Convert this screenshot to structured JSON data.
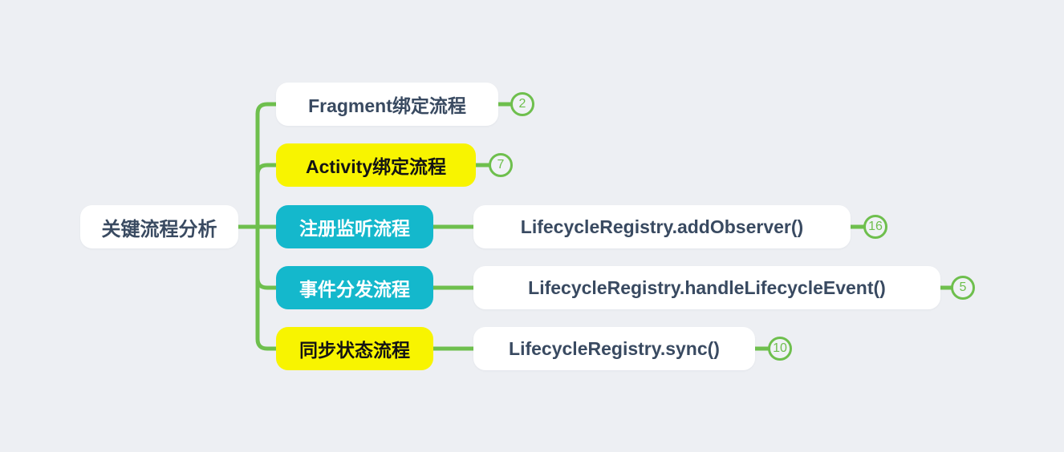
{
  "canvas": {
    "background": "#edeff3",
    "line_color": "#6ebf4d"
  },
  "colors": {
    "accent_green": "#6ebf4d",
    "node_cyan": "#14b8cc",
    "node_yellow": "#f8f400",
    "node_white": "#ffffff",
    "text_dark": "#394a61",
    "text_on_cyan": "#ffffff",
    "text_on_yellow": "#141414"
  },
  "root": {
    "label": "关键流程分析"
  },
  "branches": [
    {
      "label": "Fragment绑定流程",
      "style": "white",
      "badge": "2",
      "children": []
    },
    {
      "label": "Activity绑定流程",
      "style": "yellow",
      "badge": "7",
      "children": []
    },
    {
      "label": "注册监听流程",
      "style": "cyan",
      "children": [
        {
          "label": "LifecycleRegistry.addObserver()",
          "style": "white",
          "badge": "16"
        }
      ]
    },
    {
      "label": "事件分发流程",
      "style": "cyan",
      "children": [
        {
          "label": "LifecycleRegistry.handleLifecycleEvent()",
          "style": "white",
          "badge": "5"
        }
      ]
    },
    {
      "label": "同步状态流程",
      "style": "yellow",
      "children": [
        {
          "label": "LifecycleRegistry.sync()",
          "style": "white",
          "badge": "10"
        }
      ]
    }
  ]
}
